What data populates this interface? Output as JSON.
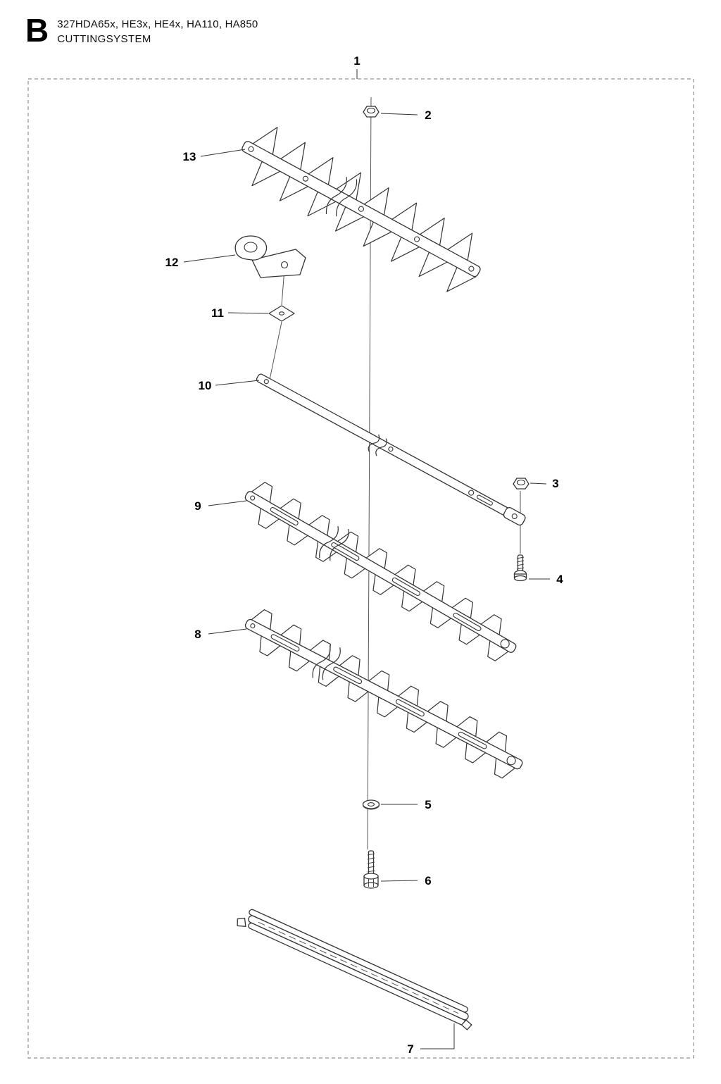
{
  "header": {
    "section": "B",
    "models": "327HDA65x, HE3x, HE4x, HA110, HA850",
    "title": "CUTTINGSYSTEM"
  },
  "diagram": {
    "labels": {
      "p1": "1",
      "p2": "2",
      "p3": "3",
      "p4": "4",
      "p5": "5",
      "p6": "6",
      "p7": "7",
      "p8": "8",
      "p9": "9",
      "p10": "10",
      "p11": "11",
      "p12": "12",
      "p13": "13"
    }
  }
}
